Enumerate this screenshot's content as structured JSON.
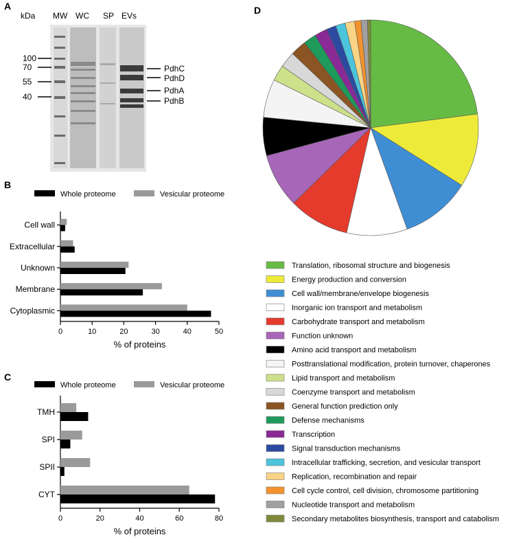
{
  "panel_a": {
    "letter": "A",
    "kda_label": "kDa",
    "lanes": [
      "MW",
      "WC",
      "SP",
      "EVs"
    ],
    "mw_markers": [
      "100",
      "70",
      "55",
      "40"
    ],
    "bands": [
      "PdhC",
      "PdhD",
      "PdhA",
      "PdhB"
    ]
  },
  "chart_data": [
    {
      "panel": "B",
      "type": "bar",
      "orientation": "horizontal",
      "categories": [
        "Cell wall",
        "Extracellular",
        "Unknown",
        "Membrane",
        "Cytoplasmic"
      ],
      "series": [
        {
          "name": "Whole proteome",
          "color": "#000000",
          "values": [
            1.5,
            4.5,
            20.5,
            26,
            47.5
          ]
        },
        {
          "name": "Vesicular proteome",
          "color": "#9a9a9a",
          "values": [
            2,
            4,
            21.5,
            32,
            40
          ]
        }
      ],
      "xlabel": "% of proteins",
      "xlim": [
        0,
        50
      ],
      "xticks": [
        "0",
        "10",
        "20",
        "30",
        "40",
        "50"
      ],
      "legend": "top"
    },
    {
      "panel": "C",
      "type": "bar",
      "orientation": "horizontal",
      "categories": [
        "TMH",
        "SPI",
        "SPII",
        "CYT"
      ],
      "series": [
        {
          "name": "Whole proteome",
          "color": "#000000",
          "values": [
            14,
            5,
            2,
            78
          ]
        },
        {
          "name": "Vesicular proteome",
          "color": "#9a9a9a",
          "values": [
            8,
            11,
            15,
            65
          ]
        }
      ],
      "xlabel": "% of proteins",
      "xlim": [
        0,
        80
      ],
      "xticks": [
        "0",
        "20",
        "40",
        "60",
        "80"
      ],
      "legend": "top"
    },
    {
      "panel": "D",
      "type": "pie",
      "slices": [
        {
          "label": "Translation, ribosomal structure and biogenesis",
          "value": 24,
          "color": "#66bb44"
        },
        {
          "label": "Energy production and conversion",
          "value": 11.5,
          "color": "#eeea3a"
        },
        {
          "label": "Cell wall/membrane/envelope biogenesis",
          "value": 11,
          "color": "#3f8ed4"
        },
        {
          "label": "Inorganic ion transport and metabolism",
          "value": 9.5,
          "color": "#ffffff"
        },
        {
          "label": "Carbohydrate transport and metabolism",
          "value": 9.5,
          "color": "#e53b2c"
        },
        {
          "label": "Function unknown",
          "value": 8.5,
          "color": "#a866b8"
        },
        {
          "label": "Amino acid transport and metabolism",
          "value": 6,
          "color": "#000000"
        },
        {
          "label": "Posttranslational modification, protein turnover, chaperones",
          "value": 6,
          "color": "#f4f4f4"
        },
        {
          "label": "Lipid transport and metabolism",
          "value": 2.5,
          "color": "#cde08a"
        },
        {
          "label": "Coenzyme transport and metabolism",
          "value": 2.5,
          "color": "#d8d8d8"
        },
        {
          "label": "General function prediction only",
          "value": 2.5,
          "color": "#8b5523"
        },
        {
          "label": "Defense mechanisms",
          "value": 2,
          "color": "#1e9a5a"
        },
        {
          "label": "Transcription",
          "value": 2,
          "color": "#8a2a96"
        },
        {
          "label": "Signal transduction mechanisms",
          "value": 1.5,
          "color": "#2c4aa0"
        },
        {
          "label": "Intracellular trafficking, secretion, and vesicular transport",
          "value": 1.5,
          "color": "#4cc4dc"
        },
        {
          "label": "Replication, recombination and repair",
          "value": 1.5,
          "color": "#f9d486"
        },
        {
          "label": "Cell cycle control, cell division, chromosome partitioning",
          "value": 1,
          "color": "#f3922e"
        },
        {
          "label": "Nucleotide transport and metabolism",
          "value": 1,
          "color": "#a0a0a0"
        },
        {
          "label": "Secondary metabolites biosynthesis, transport and catabolism",
          "value": 0.5,
          "color": "#808a3a"
        }
      ],
      "legend": "bottom"
    }
  ],
  "panel_letters": {
    "b": "B",
    "c": "C",
    "d": "D"
  }
}
